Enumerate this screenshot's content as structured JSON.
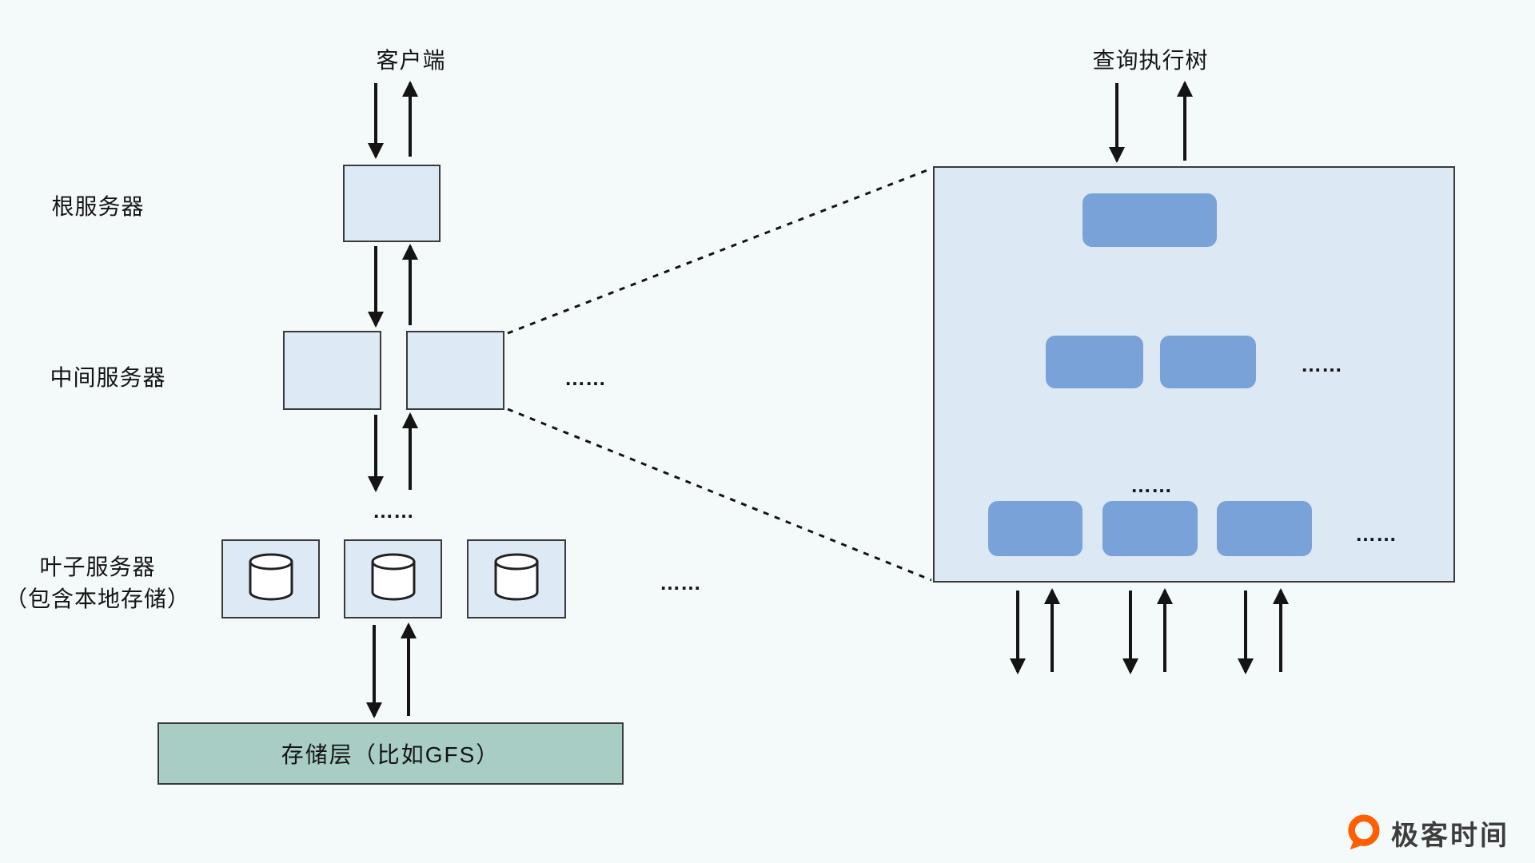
{
  "diagram": {
    "left_tree": {
      "client_label": "客户端",
      "root_server_label": "根服务器",
      "intermediate_server_label": "中间服务器",
      "leaf_server_label_line1": "叶子服务器",
      "leaf_server_label_line2": "（包含本地存储）",
      "storage_layer_label": "存储层（比如GFS）",
      "ellipsis_intermediate_right": "……",
      "ellipsis_between_levels": "……",
      "ellipsis_leaf_right": "……"
    },
    "right_tree": {
      "title": "查询执行树",
      "ellipsis_mid_right": "……",
      "ellipsis_inner": "……",
      "ellipsis_bottom_right": "……"
    }
  },
  "branding": {
    "logo_text": "极客时间"
  },
  "colors": {
    "background": "#f4f9f9",
    "box_fill": "#dde9f5",
    "panel_fill": "#dce8f4",
    "node_fill": "#79a2d9",
    "storage_fill": "#a7cdc5",
    "brand_orange": "#ff5f00",
    "stroke": "#141414"
  }
}
